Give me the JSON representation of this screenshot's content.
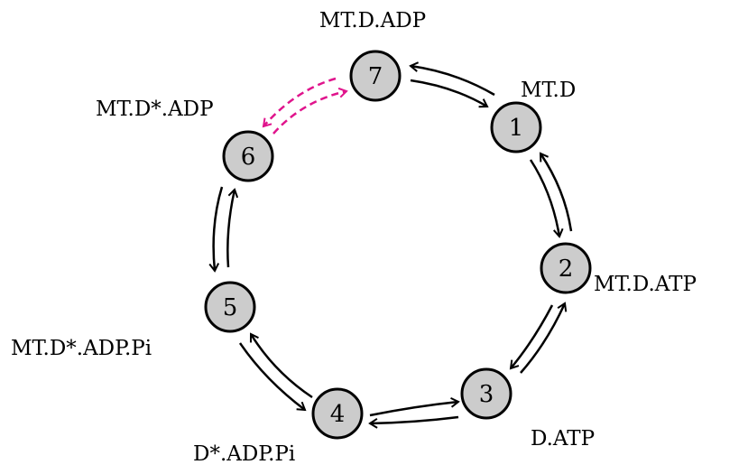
{
  "nodes": [
    {
      "id": "1",
      "number": "1",
      "label": "MT.D"
    },
    {
      "id": "2",
      "number": "2",
      "label": "MT.D.ATP"
    },
    {
      "id": "3",
      "number": "3",
      "label": "D.ATP"
    },
    {
      "id": "4",
      "number": "4",
      "label": "D*.ADP.Pi"
    },
    {
      "id": "5",
      "number": "5",
      "label": "MT.D*.ADP.Pi"
    },
    {
      "id": "6",
      "number": "6",
      "label": "MT.D*.ADP"
    },
    {
      "id": "7",
      "number": "7",
      "label": "MT.D.ADP"
    }
  ],
  "transitions": [
    {
      "from": "7",
      "to": "1",
      "style": "solid",
      "reversible": true
    },
    {
      "from": "1",
      "to": "2",
      "style": "solid",
      "reversible": true
    },
    {
      "from": "2",
      "to": "3",
      "style": "solid",
      "reversible": true
    },
    {
      "from": "3",
      "to": "4",
      "style": "solid",
      "reversible": true
    },
    {
      "from": "4",
      "to": "5",
      "style": "solid",
      "reversible": true
    },
    {
      "from": "5",
      "to": "6",
      "style": "solid",
      "reversible": true
    },
    {
      "from": "6",
      "to": "7",
      "style": "dashed",
      "reversible": true
    }
  ],
  "colors": {
    "node_fill": "#cccccc",
    "node_stroke": "#000000",
    "arrow": "#000000",
    "dashed_arrow": "#e0148c"
  }
}
